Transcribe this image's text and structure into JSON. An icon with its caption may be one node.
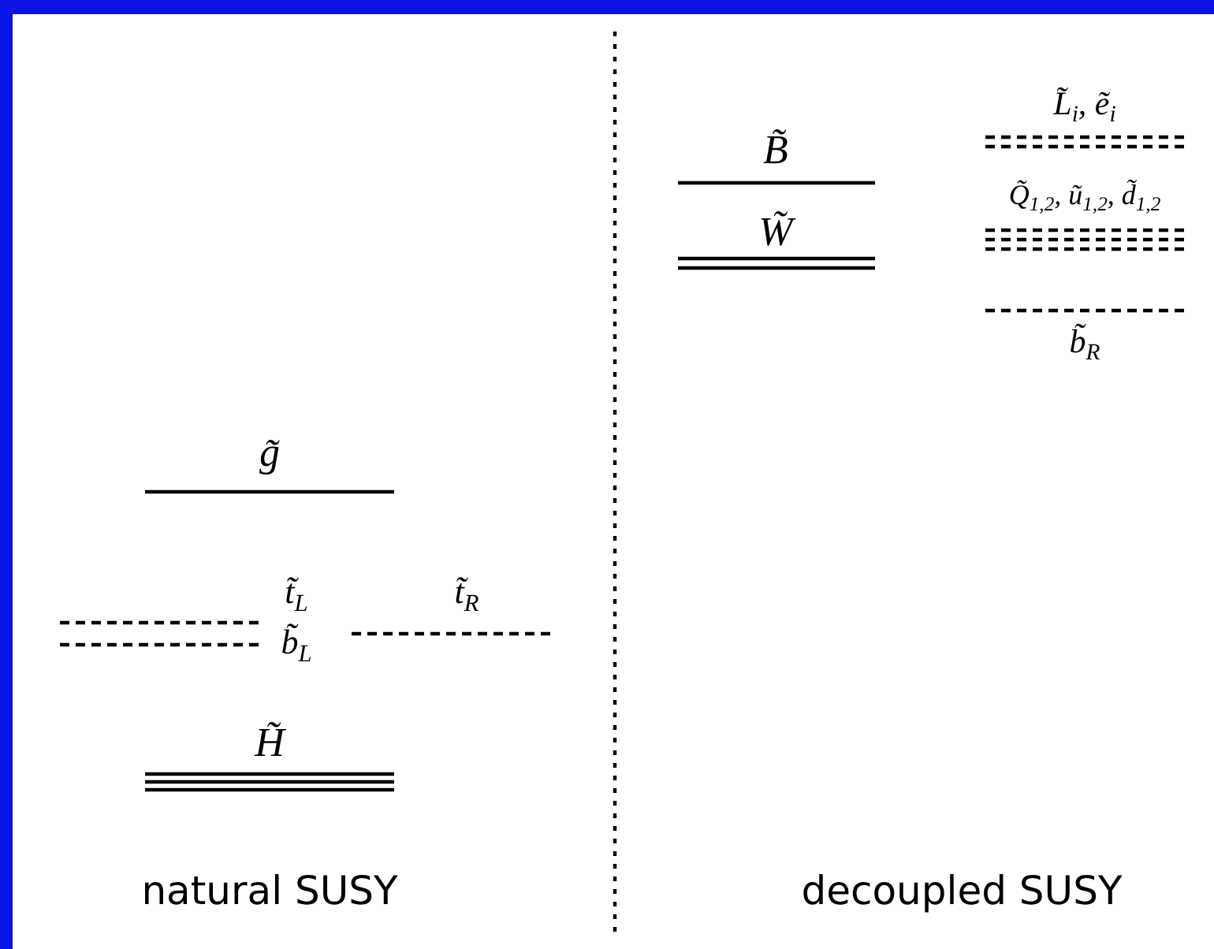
{
  "diagram": {
    "labels": [
      "L̃$_{i}$, ẽ$_{i}$",
      "B̃",
      "Q̃$_{1,2}$, ũ$_{1,2}$, d̃$_{1,2}$",
      "W̃",
      "b̃$_{R}$",
      "g̃",
      "t̃$_{L}$",
      "t̃$_{R}$",
      "b̃$_{L}$",
      "H̃",
      "natural SUSY",
      "decoupled SUSY"
    ]
  }
}
